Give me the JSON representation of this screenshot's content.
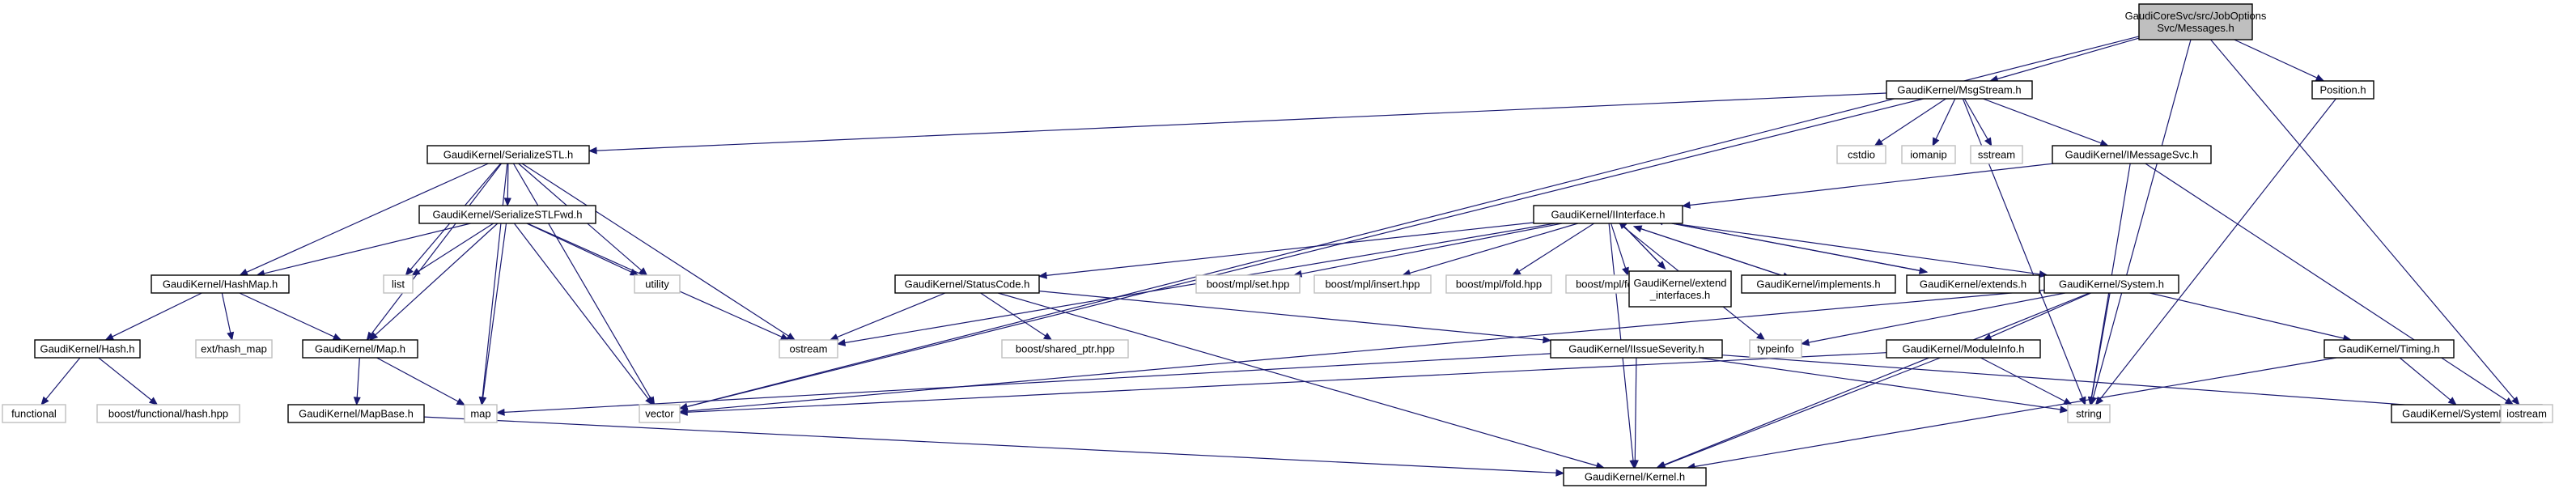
{
  "diagram": {
    "nodes": [
      {
        "id": "root",
        "label": [
          "GaudiCoreSvc/src/JobOptions",
          "Svc/Messages.h"
        ],
        "kind": "root"
      },
      {
        "id": "msgstream",
        "label": [
          "GaudiKernel/MsgStream.h"
        ],
        "kind": "local"
      },
      {
        "id": "position",
        "label": [
          "Position.h"
        ],
        "kind": "local"
      },
      {
        "id": "serializestl",
        "label": [
          "GaudiKernel/SerializeSTL.h"
        ],
        "kind": "local"
      },
      {
        "id": "cstdio",
        "label": [
          "cstdio"
        ],
        "kind": "sys"
      },
      {
        "id": "iomanip",
        "label": [
          "iomanip"
        ],
        "kind": "sys"
      },
      {
        "id": "sstream",
        "label": [
          "sstream"
        ],
        "kind": "sys"
      },
      {
        "id": "imessagesvc",
        "label": [
          "GaudiKernel/IMessageSvc.h"
        ],
        "kind": "local"
      },
      {
        "id": "serializestlfwd",
        "label": [
          "GaudiKernel/SerializeSTLFwd.h"
        ],
        "kind": "local"
      },
      {
        "id": "iinterface",
        "label": [
          "GaudiKernel/IInterface.h"
        ],
        "kind": "local"
      },
      {
        "id": "hashmap",
        "label": [
          "GaudiKernel/HashMap.h"
        ],
        "kind": "local"
      },
      {
        "id": "list",
        "label": [
          "list"
        ],
        "kind": "sys"
      },
      {
        "id": "utility",
        "label": [
          "utility"
        ],
        "kind": "sys"
      },
      {
        "id": "statuscode",
        "label": [
          "GaudiKernel/StatusCode.h"
        ],
        "kind": "local"
      },
      {
        "id": "mplset",
        "label": [
          "boost/mpl/set.hpp"
        ],
        "kind": "sys"
      },
      {
        "id": "mplinsert",
        "label": [
          "boost/mpl/insert.hpp"
        ],
        "kind": "sys"
      },
      {
        "id": "mplfold",
        "label": [
          "boost/mpl/fold.hpp"
        ],
        "kind": "sys"
      },
      {
        "id": "mplforeach",
        "label": [
          "boost/mpl/for_each.hpp"
        ],
        "kind": "sys"
      },
      {
        "id": "extendif",
        "label": [
          "GaudiKernel/extend",
          "_interfaces.h"
        ],
        "kind": "local"
      },
      {
        "id": "implements",
        "label": [
          "GaudiKernel/implements.h"
        ],
        "kind": "local"
      },
      {
        "id": "extends",
        "label": [
          "GaudiKernel/extends.h"
        ],
        "kind": "local"
      },
      {
        "id": "system",
        "label": [
          "GaudiKernel/System.h"
        ],
        "kind": "local"
      },
      {
        "id": "hash",
        "label": [
          "GaudiKernel/Hash.h"
        ],
        "kind": "local"
      },
      {
        "id": "exthashmap",
        "label": [
          "ext/hash_map"
        ],
        "kind": "sys"
      },
      {
        "id": "mapg",
        "label": [
          "GaudiKernel/Map.h"
        ],
        "kind": "local"
      },
      {
        "id": "ostream",
        "label": [
          "ostream"
        ],
        "kind": "sys"
      },
      {
        "id": "sharedptr",
        "label": [
          "boost/shared_ptr.hpp"
        ],
        "kind": "sys"
      },
      {
        "id": "issueseverity",
        "label": [
          "GaudiKernel/IIssueSeverity.h"
        ],
        "kind": "local"
      },
      {
        "id": "typeinfo",
        "label": [
          "typeinfo"
        ],
        "kind": "sys"
      },
      {
        "id": "moduleinfo",
        "label": [
          "GaudiKernel/ModuleInfo.h"
        ],
        "kind": "local"
      },
      {
        "id": "timing",
        "label": [
          "GaudiKernel/Timing.h"
        ],
        "kind": "local"
      },
      {
        "id": "functional",
        "label": [
          "functional"
        ],
        "kind": "sys"
      },
      {
        "id": "boosthash",
        "label": [
          "boost/functional/hash.hpp"
        ],
        "kind": "sys"
      },
      {
        "id": "mapbase",
        "label": [
          "GaudiKernel/MapBase.h"
        ],
        "kind": "local"
      },
      {
        "id": "map",
        "label": [
          "map"
        ],
        "kind": "sys"
      },
      {
        "id": "vector",
        "label": [
          "vector"
        ],
        "kind": "sys"
      },
      {
        "id": "string",
        "label": [
          "string"
        ],
        "kind": "sys"
      },
      {
        "id": "systembase",
        "label": [
          "GaudiKernel/SystemBase.h"
        ],
        "kind": "local"
      },
      {
        "id": "iostream",
        "label": [
          "iostream"
        ],
        "kind": "sys"
      },
      {
        "id": "kernel",
        "label": [
          "GaudiKernel/Kernel.h"
        ],
        "kind": "local"
      }
    ],
    "edges": [
      [
        "root",
        "msgstream"
      ],
      [
        "root",
        "position"
      ],
      [
        "root",
        "vector"
      ],
      [
        "root",
        "string"
      ],
      [
        "root",
        "iostream"
      ],
      [
        "msgstream",
        "serializestl"
      ],
      [
        "msgstream",
        "cstdio"
      ],
      [
        "msgstream",
        "iomanip"
      ],
      [
        "msgstream",
        "sstream"
      ],
      [
        "msgstream",
        "imessagesvc"
      ],
      [
        "msgstream",
        "vector"
      ],
      [
        "msgstream",
        "string"
      ],
      [
        "position",
        "string"
      ],
      [
        "serializestl",
        "serializestlfwd"
      ],
      [
        "serializestl",
        "hashmap"
      ],
      [
        "serializestl",
        "mapg"
      ],
      [
        "serializestl",
        "list"
      ],
      [
        "serializestl",
        "utility"
      ],
      [
        "serializestl",
        "ostream"
      ],
      [
        "serializestl",
        "map"
      ],
      [
        "serializestl",
        "vector"
      ],
      [
        "serializestlfwd",
        "hashmap"
      ],
      [
        "serializestlfwd",
        "list"
      ],
      [
        "serializestlfwd",
        "utility"
      ],
      [
        "serializestlfwd",
        "mapg"
      ],
      [
        "serializestlfwd",
        "map"
      ],
      [
        "serializestlfwd",
        "vector"
      ],
      [
        "serializestlfwd",
        "ostream"
      ],
      [
        "imessagesvc",
        "iinterface"
      ],
      [
        "imessagesvc",
        "string"
      ],
      [
        "imessagesvc",
        "iostream"
      ],
      [
        "iinterface",
        "statuscode"
      ],
      [
        "iinterface",
        "mplset"
      ],
      [
        "iinterface",
        "mplinsert"
      ],
      [
        "iinterface",
        "mplfold"
      ],
      [
        "iinterface",
        "mplforeach"
      ],
      [
        "iinterface",
        "extendif"
      ],
      [
        "iinterface",
        "implements"
      ],
      [
        "iinterface",
        "extends"
      ],
      [
        "iinterface",
        "system"
      ],
      [
        "iinterface",
        "ostream"
      ],
      [
        "iinterface",
        "typeinfo"
      ],
      [
        "iinterface",
        "kernel"
      ],
      [
        "extendif",
        "iinterface"
      ],
      [
        "implements",
        "iinterface"
      ],
      [
        "extends",
        "iinterface"
      ],
      [
        "hashmap",
        "hash"
      ],
      [
        "hashmap",
        "exthashmap"
      ],
      [
        "hashmap",
        "mapg"
      ],
      [
        "hash",
        "functional"
      ],
      [
        "hash",
        "boosthash"
      ],
      [
        "mapg",
        "mapbase"
      ],
      [
        "mapg",
        "map"
      ],
      [
        "mapbase",
        "kernel"
      ],
      [
        "statuscode",
        "ostream"
      ],
      [
        "statuscode",
        "sharedptr"
      ],
      [
        "statuscode",
        "issueseverity"
      ],
      [
        "statuscode",
        "kernel"
      ],
      [
        "issueseverity",
        "kernel"
      ],
      [
        "issueseverity",
        "map"
      ],
      [
        "issueseverity",
        "string"
      ],
      [
        "issueseverity",
        "iostream"
      ],
      [
        "system",
        "moduleinfo"
      ],
      [
        "system",
        "timing"
      ],
      [
        "system",
        "typeinfo"
      ],
      [
        "system",
        "string"
      ],
      [
        "system",
        "vector"
      ],
      [
        "system",
        "kernel"
      ],
      [
        "moduleinfo",
        "kernel"
      ],
      [
        "moduleinfo",
        "string"
      ],
      [
        "moduleinfo",
        "vector"
      ],
      [
        "timing",
        "systembase"
      ],
      [
        "timing",
        "kernel"
      ]
    ]
  }
}
